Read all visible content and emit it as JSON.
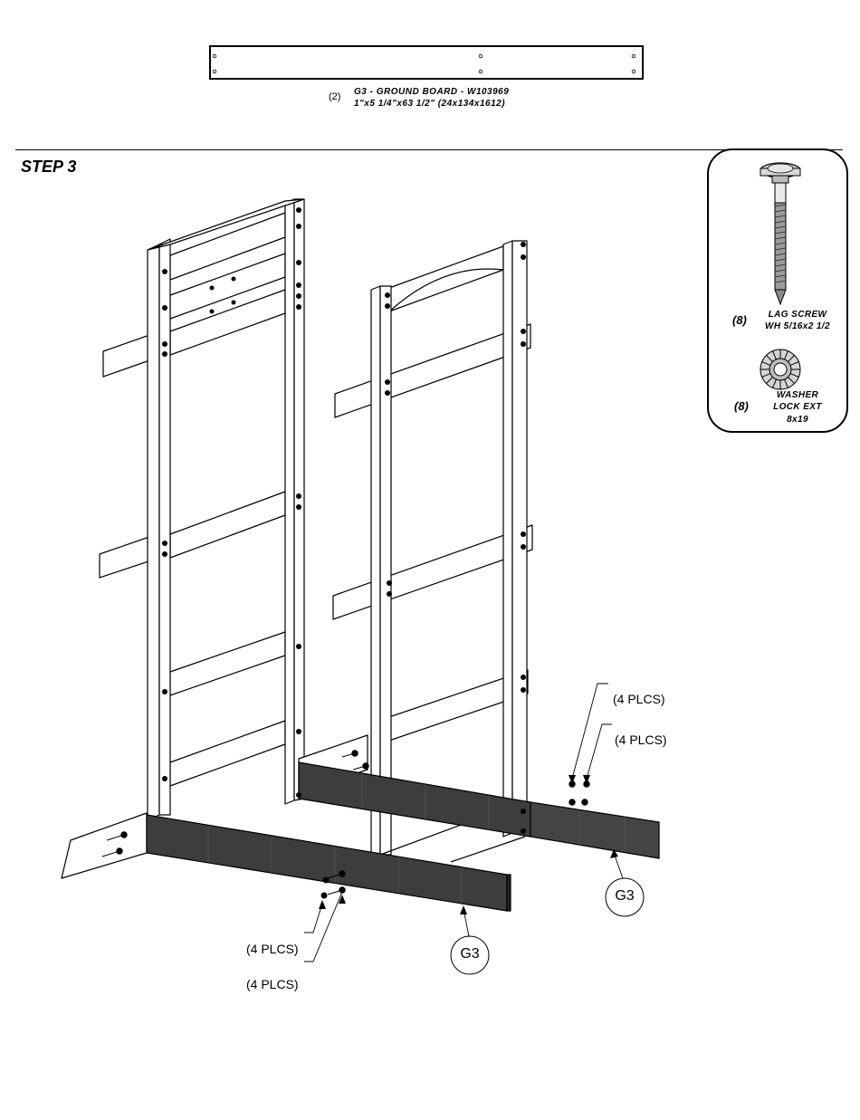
{
  "part": {
    "qty": "(2)",
    "name": "G3 - GROUND BOARD - W103969",
    "dims": "1\"x5 1/4\"x63 1/2\" (24x134x1612)"
  },
  "step": {
    "title": "STEP 3"
  },
  "hardware": {
    "items": [
      {
        "qty": "(8)",
        "line1": "LAG SCREW",
        "line2": "WH 5/16x2 1/2",
        "icon": "lag-screw-icon"
      },
      {
        "qty": "(8)",
        "line1": "WASHER",
        "line2": "LOCK EXT",
        "line3": "8x19",
        "icon": "lock-washer-icon"
      }
    ]
  },
  "annotations": {
    "right_upper": "(4 PLCS)",
    "right_lower": "(4 PLCS)",
    "left_upper": "(4 PLCS)",
    "left_lower": "(4 PLCS)",
    "callout_right": "G3",
    "callout_left": "G3"
  },
  "colors": {
    "ground_board": "#3d3d3d",
    "line": "#000000"
  }
}
